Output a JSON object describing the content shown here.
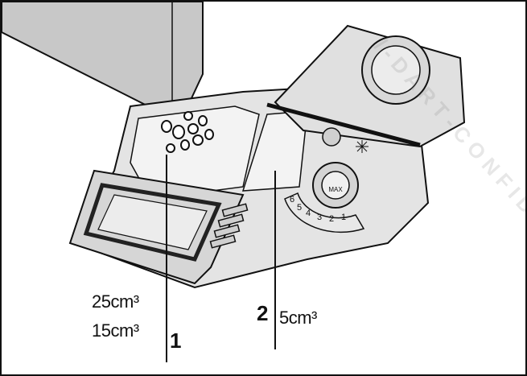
{
  "colors": {
    "line": "#111111",
    "body": "#e4e4e4",
    "body_dark": "#bdbdbd",
    "cavity": "#f3f3f3",
    "detergent": "#c8c8c8"
  },
  "labels": {
    "compartment_1_vol_a": "25cm³",
    "compartment_1_vol_b": "15cm³",
    "compartment_1_num": "1",
    "compartment_2_num": "2",
    "compartment_2_vol": "5cm³"
  },
  "dial": {
    "marker": "MAX",
    "scale": [
      "6",
      "5",
      "4",
      "3",
      "2",
      "1"
    ]
  }
}
